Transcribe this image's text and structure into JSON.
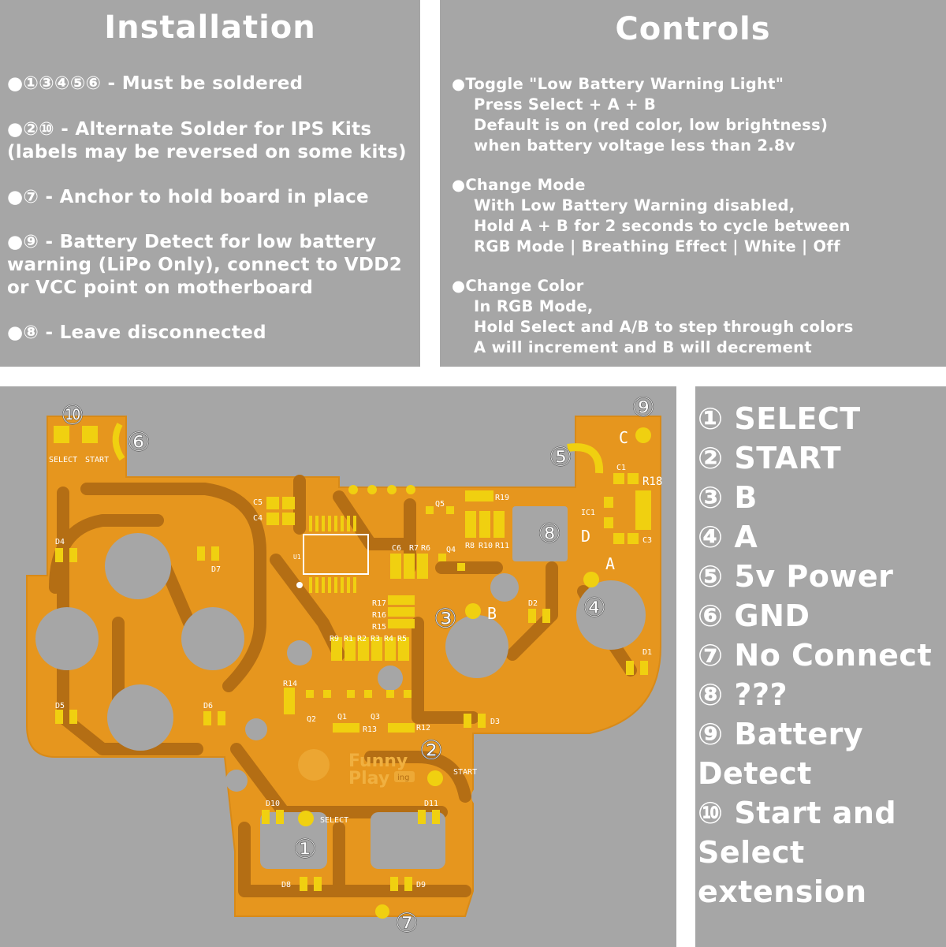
{
  "installation": {
    "title": "Installation",
    "items": [
      "●①③④⑤⑥ - Must be soldered",
      "●②⑩ - Alternate Solder for IPS Kits (labels may be reversed on some kits)",
      "●⑦ - Anchor to hold board in place",
      "●⑨ - Battery Detect for low battery warning (LiPo Only), connect to VDD2 or VCC point on motherboard",
      "●⑧ - Leave disconnected"
    ]
  },
  "controls": {
    "title": "Controls",
    "groups": [
      {
        "heading": "●Toggle \"Low Battery Warning Light\"",
        "lines": [
          "Press Select + A + B",
          "Default is on (red color, low brightness)",
          "when battery voltage less than 2.8v"
        ]
      },
      {
        "heading": "●Change Mode",
        "lines": [
          "With Low Battery Warning disabled,",
          "Hold A + B for 2 seconds to cycle between",
          "RGB Mode | Breathing Effect | White | Off"
        ]
      },
      {
        "heading": "●Change Color",
        "lines": [
          "In RGB Mode,",
          "Hold Select and A/B to step through colors",
          "A will increment and B will decrement"
        ]
      }
    ]
  },
  "legend": {
    "items": [
      "① SELECT",
      "② START",
      "③ B",
      "④ A",
      "⑤ 5v Power",
      "⑥ GND",
      "⑦ No Connect",
      "⑧ ???",
      "⑨ Battery Detect",
      "⑩ Start and Select extension"
    ]
  },
  "board": {
    "markers": {
      "m1": "①",
      "m2": "②",
      "m3": "③",
      "m4": "④",
      "m5": "⑤",
      "m6": "⑥",
      "m7": "⑦",
      "m8": "⑧",
      "m9": "⑨",
      "m10": "⑩"
    },
    "silkscreen": {
      "select_top": "SELECT",
      "start_top": "START",
      "select": "SELECT",
      "start": "START",
      "b": "B",
      "a": "A",
      "c": "C",
      "d": "D",
      "d1": "D1",
      "d2": "D2",
      "d3": "D3",
      "d4": "D4",
      "d5": "D5",
      "d6": "D6",
      "d7": "D7",
      "d8": "D8",
      "d9": "D9",
      "d10": "D10",
      "d11": "D11",
      "c1": "C1",
      "c3": "C3",
      "c4": "C4",
      "c5": "C5",
      "c6": "C6",
      "ic1": "IC1",
      "u1": "U1",
      "q1": "Q1",
      "q2": "Q2",
      "q3": "Q3",
      "q4": "Q4",
      "q5": "Q5",
      "r1": "R1",
      "r2": "R2",
      "r3": "R3",
      "r4": "R4",
      "r5": "R5",
      "r6": "R6",
      "r7": "R7",
      "r8": "R8",
      "r9": "R9",
      "r10": "R10",
      "r11": "R11",
      "r12": "R12",
      "r13": "R13",
      "r14": "R14",
      "r15": "R15",
      "r16": "R16",
      "r17": "R17",
      "r18": "R18",
      "r19": "R19"
    },
    "logo": {
      "line1": "Funny",
      "line2": "Play",
      "badge": "ing"
    },
    "colors": {
      "pcb": "#e6961e",
      "trace": "#b46e14",
      "pad": "#f0d010",
      "hole": "#a6a6a6",
      "panel": "#a6a6a6"
    }
  }
}
